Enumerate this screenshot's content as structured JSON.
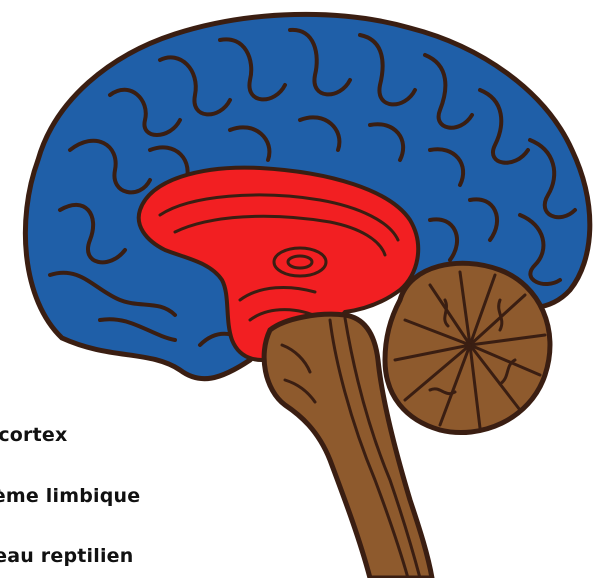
{
  "legend": {
    "neocortex": "eocortex",
    "limbic": "stème limbique",
    "reptilian": "rveau reptilien"
  },
  "colors": {
    "neocortex": "#1f5fa8",
    "limbic": "#f21f22",
    "reptilian": "#8e5a2d",
    "outline": "#3a1e12"
  }
}
